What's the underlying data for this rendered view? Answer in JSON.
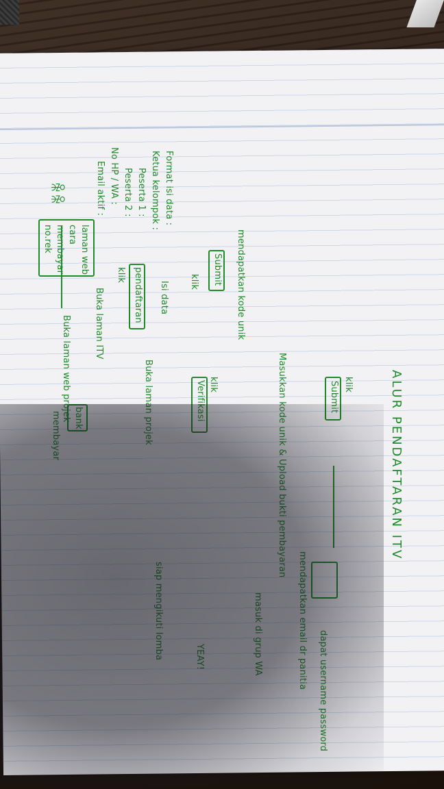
{
  "title": "ALUR PENDAFTARAN ITV",
  "left_column": {
    "format_heading": "Format isi data :",
    "fields": [
      "Ketua kelompok :",
      "Peserta 1 :",
      "Peserta 2 :",
      "No HP / WA :",
      "Email aktif :"
    ],
    "info_box": [
      "laman web",
      "cara",
      "membayar",
      "no.rek"
    ],
    "unique_code_note": "mendapatkan kode unik"
  },
  "flow": {
    "open_web": "Buka laman web projek",
    "open_itv": "Buka laman ITV",
    "click_register_prefix": "klik",
    "register_button": "pendaftaran",
    "fill_data": "Isi data",
    "click_prefix": "klik",
    "submit_button": "Submit",
    "click_submit_prefix": "klik",
    "submit_button_2": "Submit",
    "upload_note": "Masukkan kode unik & Upload bukti pembayaran",
    "click_verify_prefix": "klik",
    "verify_button": "Verifikasi",
    "open_project_page": "Buka laman projek",
    "pay_label": "membayar",
    "bank_label": "bank"
  },
  "right_flow": {
    "email_note": "mendapatkan email dr panitia",
    "credentials_note": "dapat username password",
    "join_group": "masuk di grup WA",
    "yeay": "YEAY!",
    "ready": "siap mengikuti lomba"
  }
}
